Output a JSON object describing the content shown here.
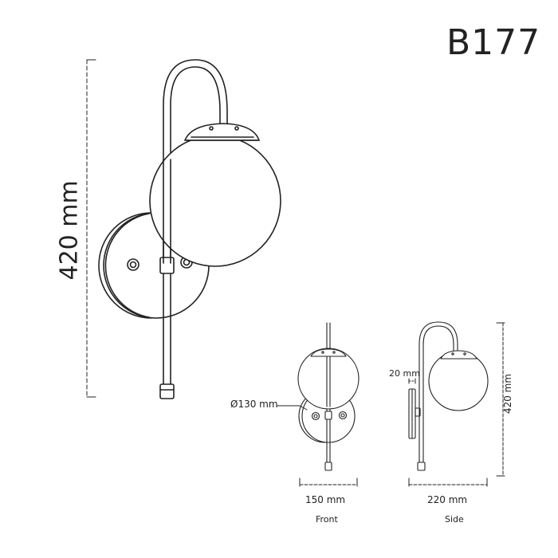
{
  "model_code": "B177",
  "dimensions": {
    "main_height": "420 mm",
    "globe_diameter": "Ø130 mm",
    "front_width": "150 mm",
    "side_width": "220 mm",
    "side_plate_depth": "20 mm",
    "side_height": "420 mm"
  },
  "views": {
    "front": "Front",
    "side": "Side"
  },
  "colors": {
    "line": "#222222",
    "background": "#ffffff"
  }
}
